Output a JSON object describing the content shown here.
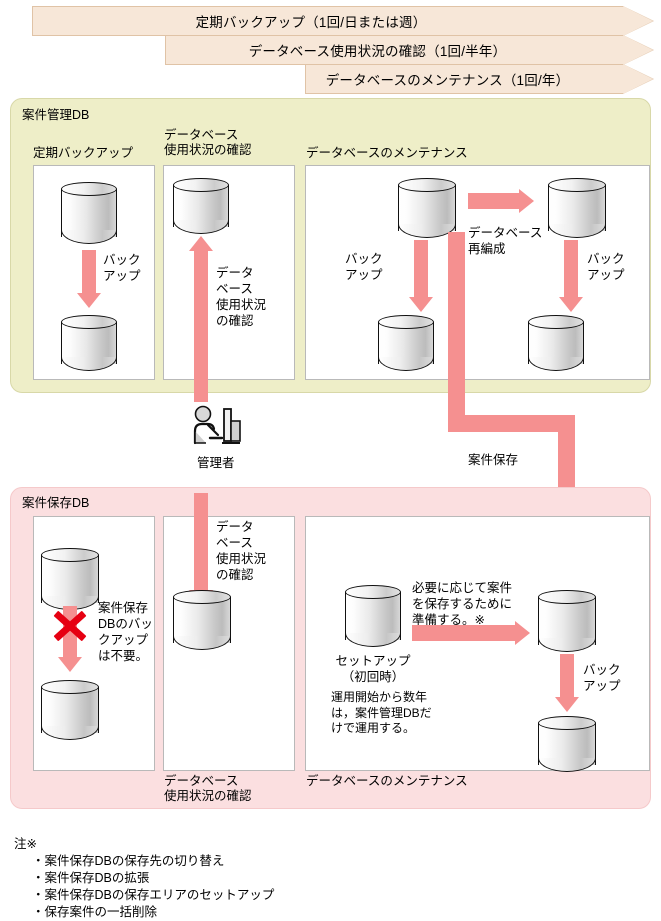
{
  "banners": [
    {
      "label": "定期バックアップ（1回/日または週）"
    },
    {
      "label": "データベース使用状況の確認（1回/半年）"
    },
    {
      "label": "データベースのメンテナンス（1回/年）"
    }
  ],
  "groups": {
    "management": {
      "title": "案件管理DB",
      "panels": [
        {
          "label": "定期バックアップ"
        },
        {
          "label": "データベース\n使用状況の確認"
        },
        {
          "label": "データベースのメンテナンス"
        }
      ],
      "flows": {
        "backup": "バックアップ",
        "backup_l1": "バック",
        "backup_l2": "アップ",
        "db_usage_check": "データ\nベース\n使用状況\nの確認",
        "reorganize": "データベース\n再編成",
        "backup_left_l1": "バック",
        "backup_left_l2": "アップ",
        "backup_right_l1": "バック",
        "backup_right_l2": "アップ"
      }
    },
    "storage": {
      "title": "案件保存DB",
      "panels": [
        {
          "label": ""
        },
        {
          "label": "データベース\n使用状況の確認"
        },
        {
          "label": "データベースのメンテナンス"
        }
      ],
      "flows": {
        "no_backup_needed": "案件保存\nDBのバッ\nクアップ\nは不要。",
        "db_usage_check": "データ\nベース\n使用状況\nの確認",
        "prepare": "必要に応じて案件\nを保存するために\n準備する。※",
        "setup_title": "セットアップ\n（初回時）",
        "setup_note": "運用開始から数年\nは，案件管理DBだ\nけで運用する。",
        "backup_l1": "バック",
        "backup_l2": "アップ"
      }
    }
  },
  "connector": {
    "label": "案件保存"
  },
  "admin": {
    "label": "管理者",
    "icon": "person-at-computer-icon"
  },
  "footnote": {
    "title": "注※",
    "items": [
      "・案件保存DBの保存先の切り替え",
      "・案件保存DBの拡張",
      "・案件保存DBの保存エリアのセットアップ",
      "・保存案件の一括削除"
    ]
  },
  "colors": {
    "banner_fill": "#f7e7d8",
    "banner_border": "#e0c3a6",
    "group_green_fill": "#eeeec8",
    "group_pink_fill": "#fbdfe0",
    "arrow_pink": "#f59090",
    "x_red": "#e60012"
  }
}
